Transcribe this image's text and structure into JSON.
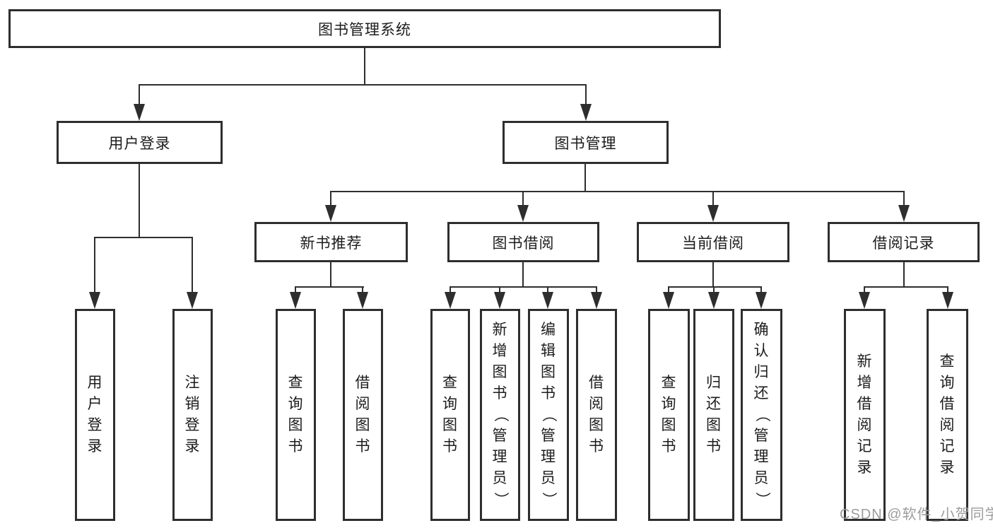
{
  "colors": {
    "line": "#2e2e2e",
    "box_border": "#2e2e2e",
    "text": "#1c1c1c",
    "watermark_gray": "#9c9c9c",
    "background": "#ffffff"
  },
  "watermark": "CSDN @软件_小贺同学",
  "tree": {
    "root": "图书管理系统",
    "level2": [
      "用户登录",
      "图书管理"
    ],
    "level3": [
      "新书推荐",
      "图书借阅",
      "当前借阅",
      "借阅记录"
    ],
    "leaves": {
      "user_login": [
        "用户登录",
        "注销登录"
      ],
      "new_book": [
        "查询图书",
        "借阅图书"
      ],
      "book_borrow": [
        "查询图书",
        "新增图书（管理员）",
        "编辑图书（管理员）",
        "借阅图书"
      ],
      "current_borrow": [
        "查询图书",
        "归还图书",
        "确认归还（管理员）"
      ],
      "borrow_records": [
        "新增借阅记录",
        "查询借阅记录"
      ]
    }
  }
}
